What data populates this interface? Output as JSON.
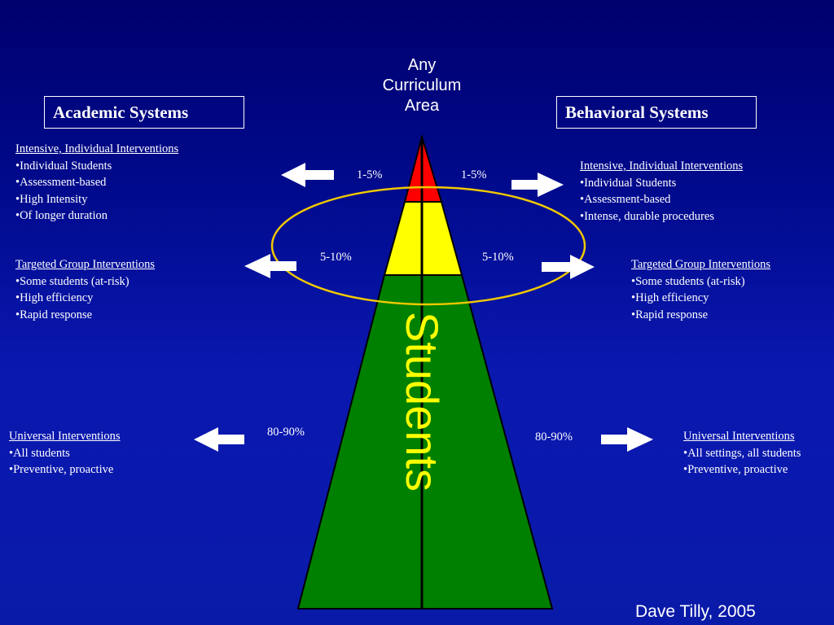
{
  "header": {
    "line1": "Any",
    "line2": "Curriculum",
    "line3": "Area"
  },
  "academic": {
    "title": "Academic Systems",
    "intensive": {
      "heading": "Intensive, Individual Interventions",
      "items": [
        "•Individual Students",
        "•Assessment-based",
        "•High Intensity",
        "•Of longer duration"
      ]
    },
    "targeted": {
      "heading": "Targeted Group Interventions",
      "items": [
        "•Some students (at-risk)",
        "•High efficiency",
        "•Rapid response"
      ]
    },
    "universal": {
      "heading": "Universal Interventions",
      "items": [
        "•All students",
        "•Preventive,  proactive"
      ]
    }
  },
  "behavioral": {
    "title": "Behavioral Systems",
    "intensive": {
      "heading": "Intensive, Individual Interventions",
      "items": [
        "•Individual Students",
        "•Assessment-based",
        "•Intense, durable procedures"
      ]
    },
    "targeted": {
      "heading": "Targeted Group Interventions",
      "items": [
        "•Some students (at-risk)",
        "•High efficiency",
        "•Rapid response"
      ]
    },
    "universal": {
      "heading": "Universal Interventions",
      "items": [
        "•All settings, all students",
        "•Preventive,  proactive"
      ]
    }
  },
  "percentages": {
    "left_top": "1-5%",
    "right_top": "1-5%",
    "left_mid": "5-10%",
    "right_mid": "5-10%",
    "left_bottom": "80-90%",
    "right_bottom": "80-90%"
  },
  "pyramid_label": "Students",
  "credit": "Dave Tilly, 2005",
  "colors": {
    "top": "#ff0000",
    "middle": "#ffff00",
    "bottom": "#008000",
    "ellipse": "#f0c800",
    "students_text": "#ffff00"
  }
}
